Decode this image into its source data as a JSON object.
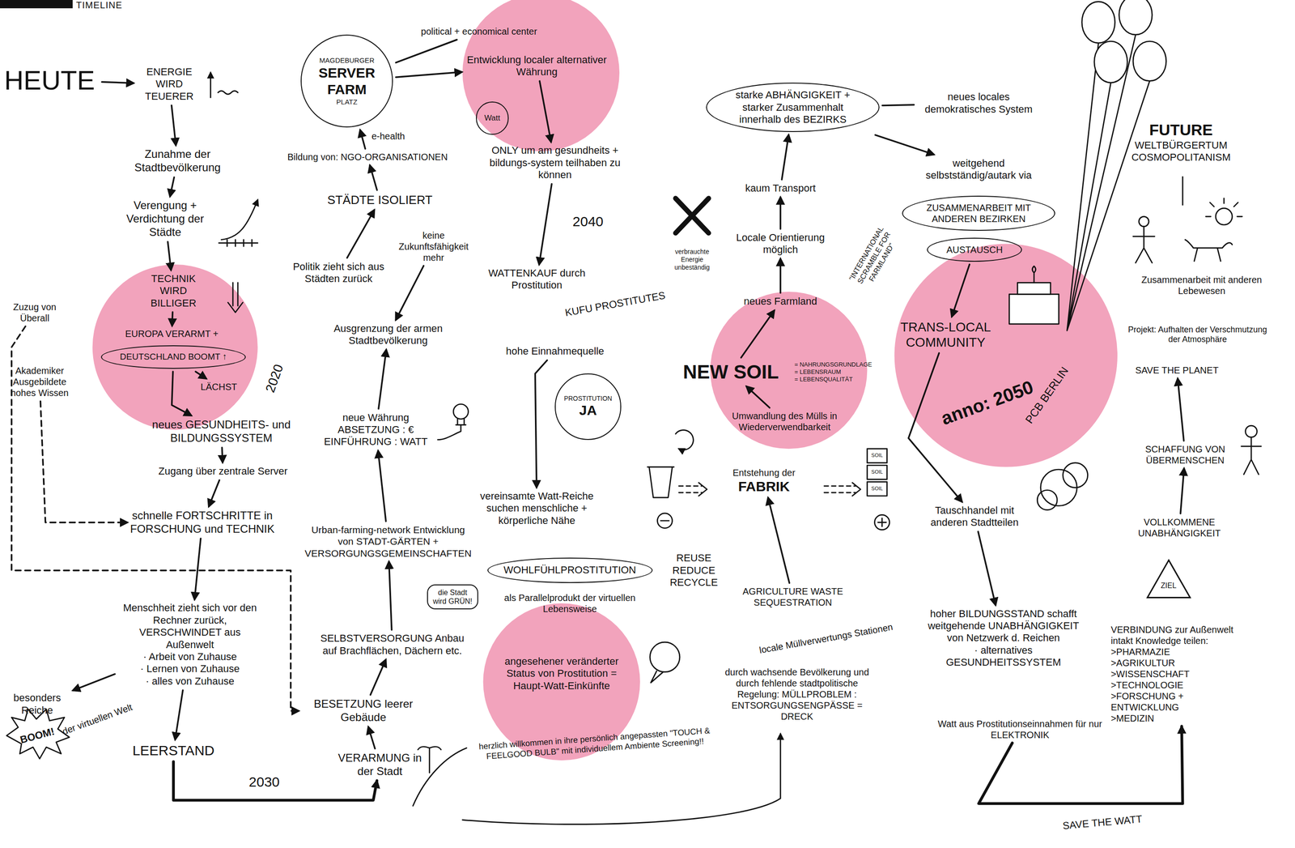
{
  "diagram": {
    "title": "TIMELINE",
    "nodes": [
      {
        "text": [
          "HEUTE"
        ]
      },
      {
        "text": [
          "ENERGIE WIRD TEUERER"
        ]
      },
      {
        "text": [
          "Zunahme der Stadtbevölkerung"
        ]
      },
      {
        "text": [
          "Verengung + Verdichtung der Städte"
        ]
      },
      {
        "text": [
          "TECHNIK WIRD BILLIGER"
        ]
      },
      {
        "text": [
          "EUROPA VERARMT +"
        ]
      },
      {
        "text": [
          "DEUTSCHLAND BOOMT ↑"
        ]
      },
      {
        "text": [
          "LÄCHST"
        ]
      },
      {
        "text": [
          "neues GESUNDHEITS- und BILDUNGSSYSTEM"
        ]
      },
      {
        "text": [
          "Zugang über zentrale Server"
        ]
      },
      {
        "text": [
          "schnelle FORTSCHRITTE in FORSCHUNG und TECHNIK"
        ]
      },
      {
        "text": [
          "Menschheit zieht sich vor den Rechner zurück, VERSCHWINDET aus Außenwelt",
          "· Arbeit von Zuhause",
          "· Lernen von Zuhause",
          "· alles von Zuhause"
        ]
      },
      {
        "text": [
          "LEERSTAND"
        ]
      },
      {
        "text": [
          "besonders Reiche"
        ]
      },
      {
        "text": [
          "Zuzug von Überall"
        ]
      },
      {
        "text": [
          "Akademiker Ausgebildete hohes Wissen"
        ]
      },
      {
        "text": [
          "VERARMUNG in der Stadt"
        ]
      },
      {
        "text": [
          "BESETZUNG leerer Gebäude"
        ]
      },
      {
        "text": [
          "SELBSTVERSORGUNG Anbau auf Brachflächen, Dächern etc."
        ]
      },
      {
        "text": [
          "die Stadt wird GRÜN!"
        ]
      },
      {
        "text": [
          "Urban-farming-network Entwicklung von STADT-GÄRTEN + VERSORGUNGSGEMEINSCHAFTEN"
        ]
      },
      {
        "text": [
          "neue Währung",
          "ABSETZUNG : €",
          "EINFÜHRUNG : WATT"
        ]
      },
      {
        "text": [
          "Ausgrenzung der armen Stadtbevölkerung"
        ]
      },
      {
        "text": [
          "Politik zieht sich aus Städten zurück"
        ]
      },
      {
        "text": [
          "keine Zukunftsfähigkeit mehr"
        ]
      },
      {
        "text": [
          "STÄDTE ISOLIERT"
        ]
      },
      {
        "text": [
          "Bildung von: NGO-ORGANISATIONEN"
        ]
      },
      {
        "text": [
          "MAGDEBURGER",
          "SERVER FARM",
          "PLATZ"
        ]
      },
      {
        "text": [
          "political + economical center"
        ]
      },
      {
        "text": [
          "Entwicklung localer alternativer Währung"
        ]
      },
      {
        "text": [
          "Watt"
        ]
      },
      {
        "text": [
          "ONLY um am gesundheits + bildungs-system teilhaben zu können"
        ]
      },
      {
        "text": [
          "WATTENKAUF durch Prostitution"
        ]
      },
      {
        "text": [
          "hohe Einnahmequelle"
        ]
      },
      {
        "text": [
          "PROSTITUTION",
          "JA"
        ]
      },
      {
        "text": [
          "vereinsamte Watt-Reiche suchen menschliche + körperliche Nähe"
        ]
      },
      {
        "text": [
          "WOHLFÜHLPROSTITUTION"
        ]
      },
      {
        "text": [
          "als Parallelprodukt der virtuellen Lebensweise"
        ]
      },
      {
        "text": [
          "angesehener veränderter Status von Prostitution = Haupt-Watt-Einkünfte"
        ]
      },
      {
        "text": [
          "starke ABHÄNGIGKEIT + starker Zusammenhalt innerhalb des BEZIRKS"
        ]
      },
      {
        "text": [
          "neues locales demokratisches System"
        ]
      },
      {
        "text": [
          "weitgehend selbstständig/autark via"
        ]
      },
      {
        "text": [
          "kaum Transport"
        ]
      },
      {
        "text": [
          "Locale Orientierung möglich"
        ]
      },
      {
        "text": [
          "neues Farmland"
        ]
      },
      {
        "text": [
          "NEW SOIL"
        ]
      },
      {
        "text": [
          "= NAHRUNGSGRUNDLAGE",
          "= LEBENSRAUM",
          "= LEBENSQUALITÄT"
        ]
      },
      {
        "text": [
          "Umwandlung des Mülls in Wiederverwendbarkeit"
        ]
      },
      {
        "text": [
          "Entstehung der",
          "FABRIK"
        ]
      },
      {
        "text": [
          "AGRICULTURE WASTE SEQUESTRATION"
        ]
      },
      {
        "text": [
          "durch wachsende Bevölkerung und durch fehlende stadtpolitische Regelung: MÜLLPROBLEM : ENTSORGUNGSENGPÄSSE = DRECK"
        ]
      },
      {
        "text": [
          "ZUSAMMENARBEIT MIT ANDEREN BEZIRKEN"
        ]
      },
      {
        "text": [
          "AUSTAUSCH"
        ]
      },
      {
        "text": [
          "TRANS-LOCAL COMMUNITY"
        ]
      },
      {
        "text": [
          "Tauschhandel mit anderen Stadtteilen"
        ]
      },
      {
        "text": [
          "hoher BILDUNGSSTAND schafft weitgehende UNABHÄNGIGKEIT von Netzwerk d. Reichen",
          "· alternatives GESUNDHEITSSYSTEM"
        ]
      },
      {
        "text": [
          "Watt aus Prostitutionseinnahmen für nur ELEKTRONIK"
        ]
      },
      {
        "text": [
          "FUTURE",
          "WELTBÜRGERTUM",
          "COSMOPOLITANISM"
        ]
      },
      {
        "text": [
          "Zusammenarbeit mit anderen Lebewesen"
        ]
      },
      {
        "text": [
          "Projekt: Aufhalten der Verschmutzung der Atmosphäre"
        ]
      },
      {
        "text": [
          "SAVE THE PLANET"
        ]
      },
      {
        "text": [
          "SCHAFFUNG VON ÜBERMENSCHEN"
        ]
      },
      {
        "text": [
          "VOLLKOMMENE UNABHÄNGIGKEIT"
        ]
      },
      {
        "text": [
          "ZIEL"
        ]
      },
      {
        "text": [
          "VERBINDUNG zur Außenwelt intakt Knowledge teilen:",
          ">PHARMAZIE",
          ">AGRIKULTUR",
          ">WISSENSCHAFT",
          ">TECHNOLOGIE",
          ">FORSCHUNG + ENTWICKLUNG",
          ">MEDIZIN"
        ]
      }
    ],
    "edges": [
      {
        "from": 0,
        "to": 1,
        "arrow": "to"
      },
      {
        "from": 1,
        "to": 2,
        "arrow": "to"
      },
      {
        "from": 2,
        "to": 3,
        "arrow": "to"
      },
      {
        "from": 3,
        "to": 4,
        "arrow": "to"
      },
      {
        "from": 4,
        "to": 5,
        "arrow": "to"
      },
      {
        "from": 6,
        "to": 7,
        "arrow": "to"
      },
      {
        "from": 6,
        "to": 8,
        "arrow": "to"
      },
      {
        "from": 8,
        "to": 9,
        "arrow": "to"
      },
      {
        "from": 9,
        "to": 10,
        "arrow": "to"
      },
      {
        "from": 10,
        "to": 11,
        "arrow": "to"
      },
      {
        "from": 11,
        "to": 12,
        "arrow": "to"
      },
      {
        "from": 11,
        "to": 13,
        "arrow": "to"
      },
      {
        "from": 15,
        "to": 10,
        "arrow": "to"
      },
      {
        "from": 14,
        "to": 17,
        "arrow": "to"
      },
      {
        "from": 12,
        "to": 16,
        "label": "2030",
        "arrow": "to"
      },
      {
        "from": 16,
        "to": 17,
        "arrow": "to"
      },
      {
        "from": 17,
        "to": 18,
        "arrow": "to"
      },
      {
        "from": 18,
        "to": 20,
        "arrow": "to"
      },
      {
        "from": 20,
        "to": 21,
        "arrow": "to"
      },
      {
        "from": 21,
        "to": 22,
        "arrow": "to"
      },
      {
        "from": 24,
        "to": 22,
        "arrow": "to"
      },
      {
        "from": 23,
        "to": 25,
        "arrow": "to"
      },
      {
        "from": 25,
        "to": 26,
        "arrow": "to"
      },
      {
        "from": 26,
        "to": 27,
        "arrow": "to"
      },
      {
        "from": 27,
        "to": 28,
        "arrow": "none"
      },
      {
        "from": 27,
        "to": 29,
        "arrow": "to"
      },
      {
        "from": 29,
        "to": 31,
        "arrow": "to"
      },
      {
        "from": 31,
        "to": 32,
        "label": "2040",
        "arrow": "to"
      },
      {
        "from": 33,
        "to": 35,
        "arrow": "to"
      },
      {
        "from": 39,
        "to": 40,
        "arrow": "none"
      },
      {
        "from": 39,
        "to": 41,
        "arrow": "to"
      },
      {
        "from": 42,
        "to": 39,
        "arrow": "to"
      },
      {
        "from": 43,
        "to": 42,
        "arrow": "to"
      },
      {
        "from": 44,
        "to": 43,
        "arrow": "to"
      },
      {
        "from": 45,
        "to": 44,
        "arrow": "to"
      },
      {
        "from": 47,
        "to": 45,
        "arrow": "to"
      },
      {
        "from": 49,
        "to": 48,
        "arrow": "to"
      },
      {
        "from": 52,
        "to": 53,
        "arrow": "to"
      },
      {
        "from": 53,
        "to": 54,
        "arrow": "to"
      },
      {
        "from": 54,
        "to": 55,
        "arrow": "to"
      },
      {
        "from": 56,
        "to": 64,
        "arrow": "to"
      },
      {
        "from": 62,
        "to": 61,
        "arrow": "to"
      },
      {
        "from": 61,
        "to": 60,
        "arrow": "to"
      }
    ],
    "labels": [
      "BOOM!",
      "der virtuellen Welt",
      "2020",
      "e-health",
      "KUFU PROSTITUTES",
      "herzlich willkommen in ihre persönlich angepassten \"TOUCH & FEELGOOD BULB\" mit individuellem Ambiente Screening!!",
      "verbrauchte Energie unbeständig",
      "\"INTERNATIONAL SCRAMBLE FOR FARMLAND\"",
      "REUSE REDUCE RECYCLE",
      "locale Müllverwertungs Stationen",
      "anno: 2050",
      "PCB BERLIN",
      "SAVE THE WATT",
      "SOIL",
      "SOIL",
      "SOIL"
    ]
  }
}
